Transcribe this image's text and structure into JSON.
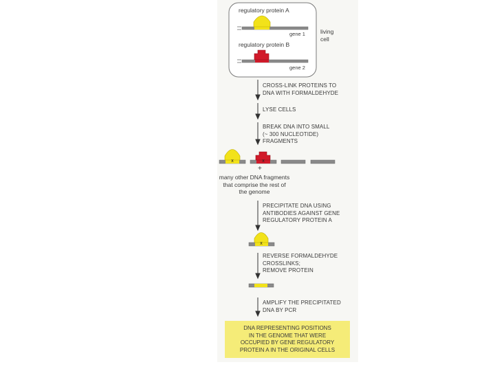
{
  "cell": {
    "protein_a_label": "regulatory protein A",
    "protein_b_label": "regulatory protein B",
    "gene1_label": "gene 1",
    "gene2_label": "gene 2",
    "living_cell_label": "living\ncell"
  },
  "steps": [
    "CROSS-LINK PROTEINS TO\nDNA WITH FORMALDEHYDE",
    "LYSE CELLS",
    "BREAK DNA INTO SMALL\n(~ 300 NUCLEOTIDE)\nFRAGMENTS",
    "PRECIPITATE DNA USING\nANTIBODIES AGAINST GENE\nREGULATORY PROTEIN A",
    "REVERSE FORMALDEHYDE\nCROSSLINKS;\nREMOVE PROTEIN",
    "AMPLIFY THE PRECIPITATED\nDNA BY PCR"
  ],
  "fragments": {
    "plus": "+",
    "note": "many other DNA fragments\nthat comprise the rest of\nthe genome"
  },
  "result": "DNA REPRESENTING POSITIONS\nIN THE GENOME THAT WERE\nOCCUPIED BY GENE REGULATORY\nPROTEIN A IN THE ORIGINAL CELLS",
  "colors": {
    "protein_a": "#f2e21a",
    "protein_b": "#d11a2a",
    "dna": "#8a8a8a",
    "result_box": "#f5ec78"
  }
}
